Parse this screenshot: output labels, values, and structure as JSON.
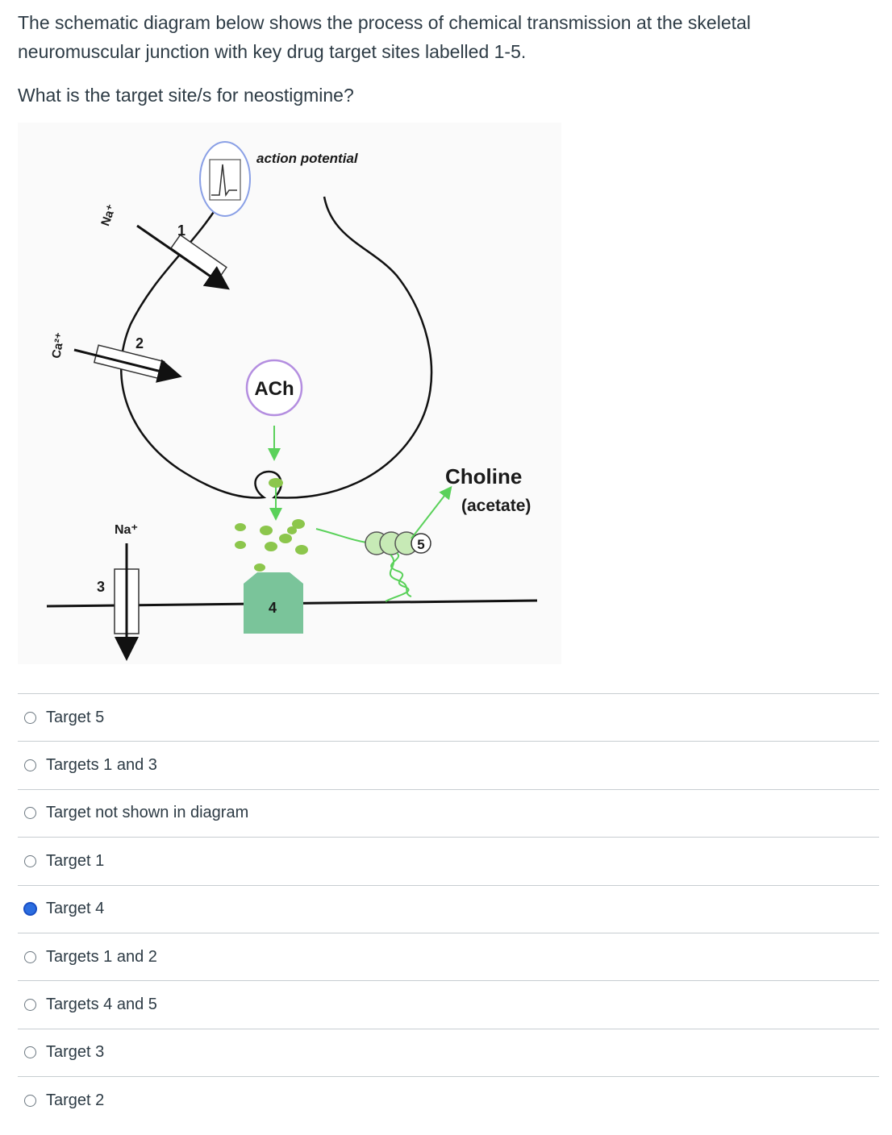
{
  "question": {
    "intro": "The schematic diagram below shows the process of chemical transmission at the skeletal neuromuscular junction with key drug target sites labelled 1-5.",
    "prompt": "What is the target site/s for neostigmine?"
  },
  "diagram": {
    "label_action_potential": "action potential",
    "label_ach": "ACh",
    "label_choline": "Choline",
    "label_acetate": "(acetate)",
    "label_na_channel1": "Na⁺",
    "label_ca": "Ca²⁺",
    "label_na_channel3": "Na⁺",
    "target_1": "1",
    "target_2": "2",
    "target_3": "3",
    "target_4": "4",
    "target_5": "5",
    "colors": {
      "receptor": "#7ac49a",
      "vesicle_fill": "#8cc64c",
      "arrow_green": "#5ad15a",
      "circle_outline": "#b48ee0",
      "ap_outline": "#8aa0e6"
    }
  },
  "answers": [
    {
      "label": "Target 5",
      "selected": false
    },
    {
      "label": "Targets 1 and 3",
      "selected": false
    },
    {
      "label": "Target not shown in diagram",
      "selected": false
    },
    {
      "label": "Target 1",
      "selected": false
    },
    {
      "label": "Target 4",
      "selected": true
    },
    {
      "label": "Targets 1 and 2",
      "selected": false
    },
    {
      "label": "Targets 4 and 5",
      "selected": false
    },
    {
      "label": "Target 3",
      "selected": false
    },
    {
      "label": "Target 2",
      "selected": false
    }
  ]
}
